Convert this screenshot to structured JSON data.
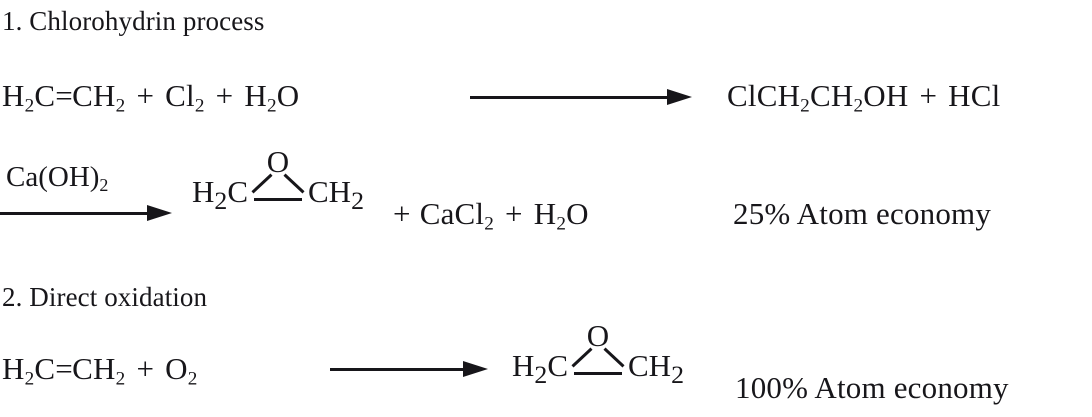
{
  "page": {
    "background": "#ffffff",
    "ink": "#17161a"
  },
  "sections": [
    {
      "id": "chlorohydrin",
      "heading": "1. Chlorohydrin process",
      "steps": [
        {
          "id": "step-1",
          "reactants": [
            {
              "formula": "H2C=CH2",
              "parts": [
                "H",
                "2",
                "C",
                "=",
                "CH",
                "2"
              ]
            },
            {
              "formula": "Cl2",
              "parts": [
                "Cl",
                "2"
              ]
            },
            {
              "formula": "H2O",
              "parts": [
                "H",
                "2",
                "O"
              ]
            }
          ],
          "operator": "+",
          "arrow": {
            "label_above": "",
            "direction": "right"
          },
          "products": [
            {
              "formula": "ClCH2CH2OH"
            },
            {
              "formula": "HCl"
            }
          ]
        },
        {
          "id": "step-2",
          "arrow": {
            "label_above": "Ca(OH)2",
            "direction": "right"
          },
          "condition": {
            "base": "Ca(OH)",
            "sub": "2"
          },
          "products": [
            {
              "formula": "ethylene-oxide",
              "left_label": "H2C",
              "right_label": "CH2",
              "apex": "O"
            },
            {
              "formula": "CaCl2"
            },
            {
              "formula": "H2O"
            }
          ],
          "atom_economy": "25% Atom economy"
        }
      ]
    },
    {
      "id": "direct-oxidation",
      "heading": "2. Direct oxidation",
      "steps": [
        {
          "id": "step-3",
          "reactants": [
            {
              "formula": "H2C=CH2"
            },
            {
              "formula": "O2"
            }
          ],
          "operator": "+",
          "arrow": {
            "label_above": "",
            "direction": "right"
          },
          "products": [
            {
              "formula": "ethylene-oxide",
              "left_label": "H2C",
              "right_label": "CH2",
              "apex": "O"
            }
          ],
          "atom_economy": "100% Atom economy"
        }
      ]
    }
  ],
  "text": {
    "heading_1": "1. Chlorohydrin process",
    "heading_2": "2. Direct oxidation",
    "h2c": "H",
    "h2c_sub": "2",
    "c": "C",
    "double_bond": "=",
    "ch": "CH",
    "ch_sub": "2",
    "plus": "+",
    "cl": "Cl",
    "cl_sub": "2",
    "h": "H",
    "h_sub": "2",
    "o": "O",
    "clch2ch2oh_a": "ClCH",
    "clch2ch2oh_sub1": "2",
    "clch2ch2oh_b": "CH",
    "clch2ch2oh_sub2": "2",
    "clch2ch2oh_c": "OH",
    "hcl": "HCl",
    "caoh_base": "Ca(OH)",
    "caoh_sub": "2",
    "h2c_label": "H",
    "h2c_label_sub": "2",
    "h2c_label_c": "C",
    "ch2_label": "CH",
    "ch2_label_sub": "2",
    "oxygen": "O",
    "cacl_base": "CaCl",
    "cacl_sub": "2",
    "atom_economy_25": "25% Atom economy",
    "atom_economy_100": "100% Atom economy"
  }
}
